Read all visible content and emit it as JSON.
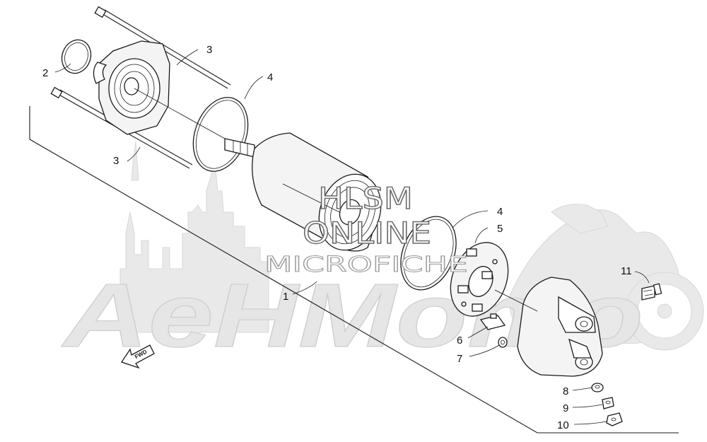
{
  "watermark": {
    "brand": "AeHMomo",
    "hlsm_line1": "HLSM",
    "hlsm_line2": "ONLINE",
    "hlsm_line3": "MICROFICHE"
  },
  "fwd_label": "FWD",
  "callouts": [
    {
      "id": "c1",
      "label": "1"
    },
    {
      "id": "c2",
      "label": "2"
    },
    {
      "id": "c3a",
      "label": "3"
    },
    {
      "id": "c3b",
      "label": "3"
    },
    {
      "id": "c4a",
      "label": "4"
    },
    {
      "id": "c4b",
      "label": "4"
    },
    {
      "id": "c5",
      "label": "5"
    },
    {
      "id": "c6",
      "label": "6"
    },
    {
      "id": "c7",
      "label": "7"
    },
    {
      "id": "c8",
      "label": "8"
    },
    {
      "id": "c9",
      "label": "9"
    },
    {
      "id": "c10",
      "label": "10"
    },
    {
      "id": "c11",
      "label": "11"
    }
  ]
}
